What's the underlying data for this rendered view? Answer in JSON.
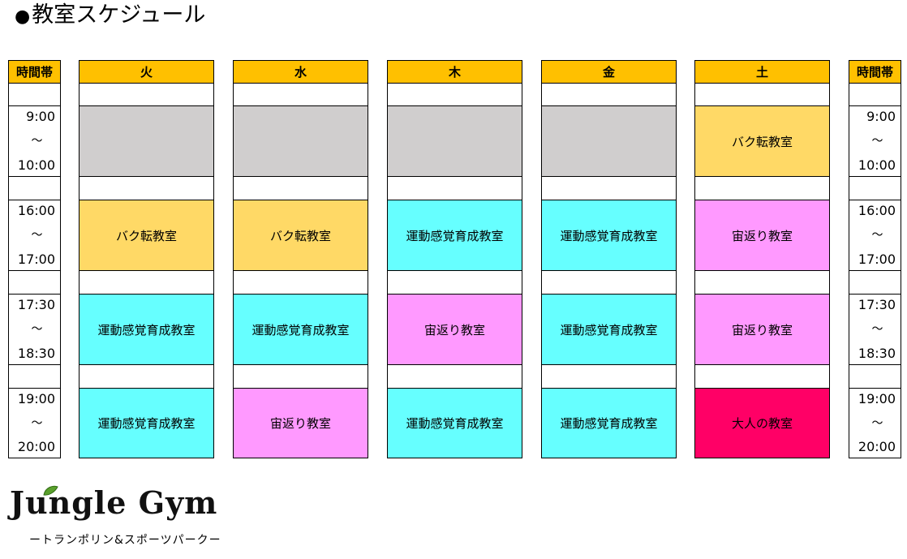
{
  "page": {
    "title": "教室スケジュール",
    "bullet": "●"
  },
  "table": {
    "time_header": "時間帯",
    "time_slots": [
      {
        "start": "9:00",
        "sep": "〜",
        "end": "10:00"
      },
      {
        "start": "16:00",
        "sep": "〜",
        "end": "17:00"
      },
      {
        "start": "17:30",
        "sep": "〜",
        "end": "18:30"
      },
      {
        "start": "19:00",
        "sep": "〜",
        "end": "20:00"
      }
    ],
    "days": [
      {
        "name": "火",
        "classes": [
          "",
          "バク転教室",
          "運動感覚育成教室",
          "運動感覚育成教室"
        ]
      },
      {
        "name": "水",
        "classes": [
          "",
          "バク転教室",
          "運動感覚育成教室",
          "宙返り教室"
        ]
      },
      {
        "name": "木",
        "classes": [
          "",
          "運動感覚育成教室",
          "宙返り教室",
          "運動感覚育成教室"
        ]
      },
      {
        "name": "金",
        "classes": [
          "",
          "運動感覚育成教室",
          "運動感覚育成教室",
          "運動感覚育成教室"
        ]
      },
      {
        "name": "土",
        "classes": [
          "バク転教室",
          "宙返り教室",
          "宙返り教室",
          "大人の教室"
        ]
      }
    ]
  },
  "colors": {
    "header": "#FFC000",
    "empty": "#D0CECE",
    "バク転教室": "#FFD966",
    "運動感覚育成教室": "#66FFFF",
    "宙返り教室": "#FF99FF",
    "大人の教室": "#FF0066"
  },
  "logo": {
    "name": "Jungle Gym",
    "tagline": "ートランポリン&スポーツパークー"
  }
}
